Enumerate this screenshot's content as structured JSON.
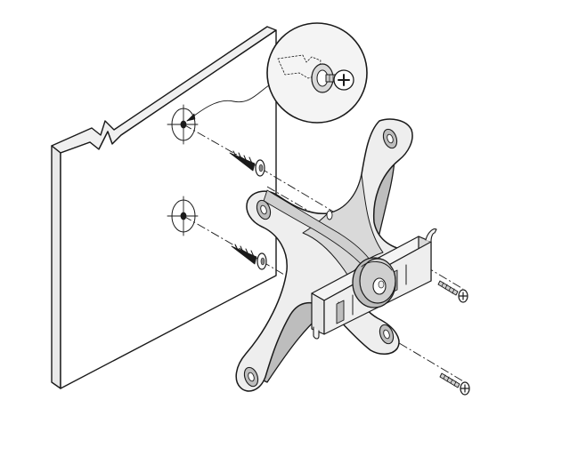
{
  "figure": {
    "kind": "assembly-illustration",
    "parts": [
      "wall-panel",
      "wall-anchor-mark",
      "wall-screw",
      "vesa-wall-mount-bracket",
      "pivot-hub",
      "mounting-clip",
      "bracket-screw",
      "screw-detail-callout"
    ],
    "wall_screw_count": 2,
    "bracket_screw_count": 2,
    "colors": {
      "ink": "#1a1a1a",
      "panel_face": "#ffffff",
      "panel_edge": "#f0f0f0",
      "bracket_light": "#eeeeee",
      "bracket_mid": "#d9d9d9",
      "bracket_dark": "#bdbdbd",
      "hub": "#cfcfcf",
      "callout_fill": "#f4f4f4"
    },
    "line_style": "dash-dot"
  }
}
